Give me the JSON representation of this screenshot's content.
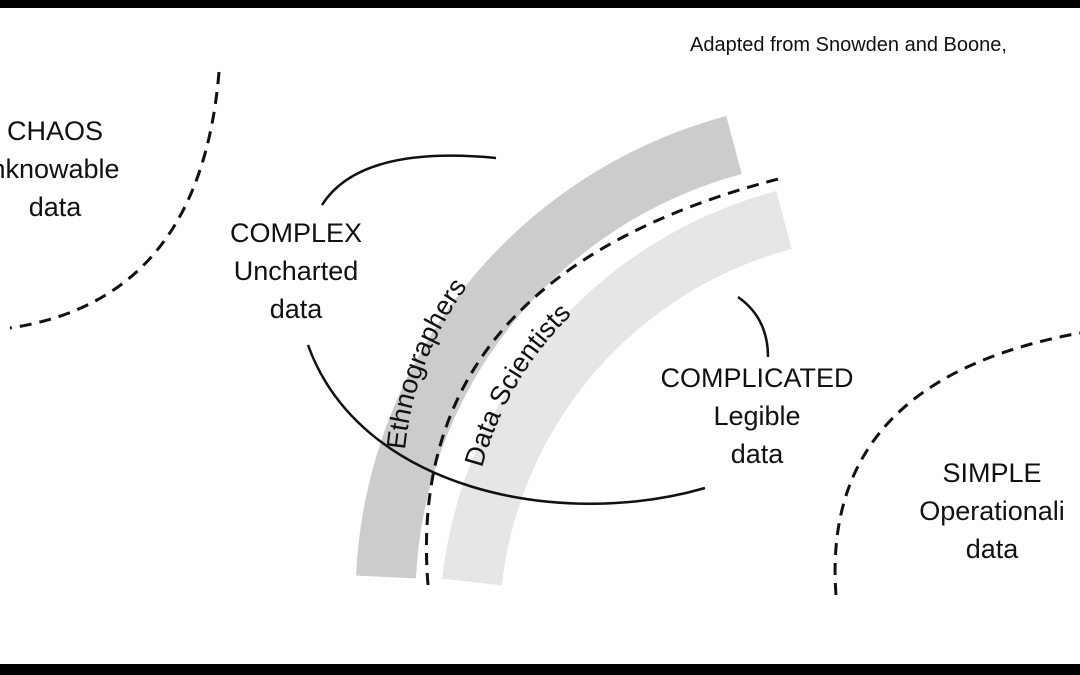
{
  "credit": "Adapted from Snowden and Boone,",
  "domains": {
    "chaos": {
      "title": "CHAOS",
      "subtitle": "nknowable",
      "detail": "data"
    },
    "complex": {
      "title": "COMPLEX",
      "subtitle": "Uncharted",
      "detail": "data"
    },
    "complicated": {
      "title": "COMPLICATED",
      "subtitle": "Legible",
      "detail": "data"
    },
    "simple": {
      "title": "SIMPLE",
      "subtitle": "Operationali",
      "detail": "data"
    }
  },
  "bands": {
    "ethnographers": "Ethnographers",
    "data_scientists": "Data Scientists"
  },
  "colors": {
    "ethnographers_band": "#cccccc",
    "data_scientists_band": "#e6e6e6",
    "ink": "#111111"
  }
}
